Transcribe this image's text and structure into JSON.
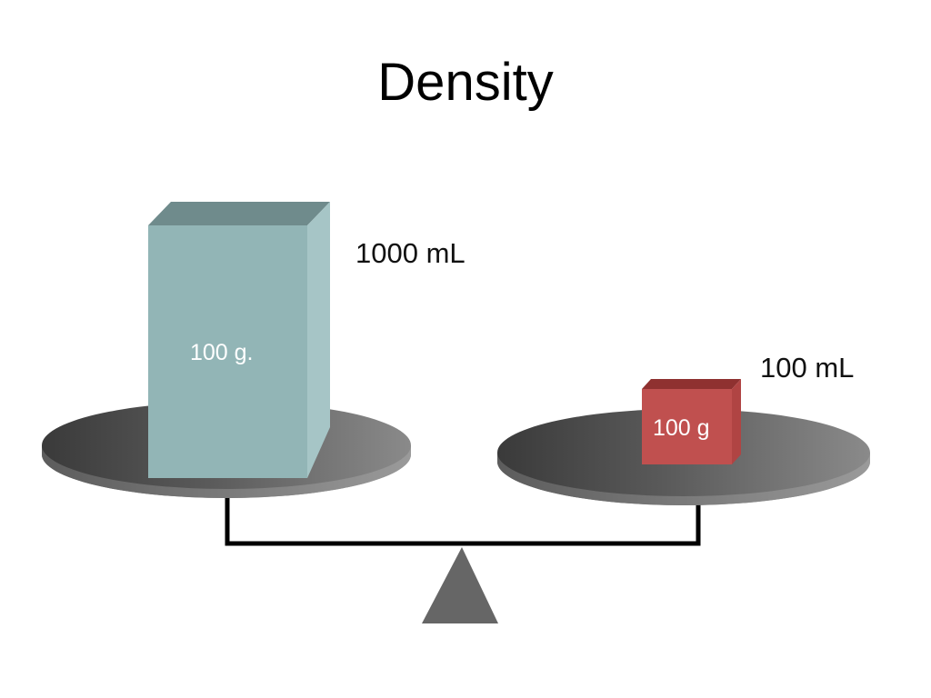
{
  "slide": {
    "title": "Density"
  },
  "large_block": {
    "mass_label": "100 g.",
    "volume_label": "1000 mL"
  },
  "small_block": {
    "mass_label": "100 g",
    "volume_label": "100 mL"
  },
  "colors": {
    "large_block_front": "#92b5b6",
    "large_block_top": "#6f8b8c",
    "large_block_side": "#a6c5c6",
    "small_block_front": "#c0504f",
    "small_block_top": "#8f3130",
    "pan_top_dark": "#3a3a3a",
    "pan_top_light": "#8a8a8a",
    "pan_rim": "#707070",
    "beam": "#000000",
    "fulcrum": "#666666"
  }
}
